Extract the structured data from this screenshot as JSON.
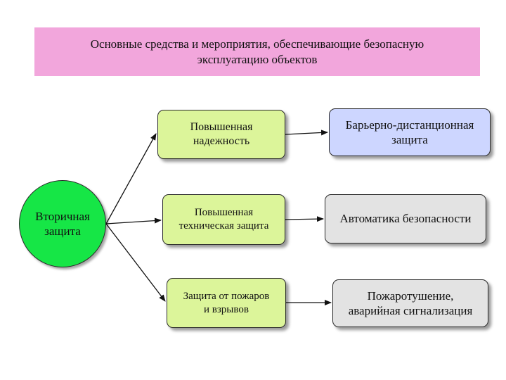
{
  "title": "Основные средства и мероприятия, обеспечивающие безопасную\nэксплуатацию объектов",
  "root": {
    "label": "Вторичная\nзащита",
    "color": "#16e646"
  },
  "measures": [
    {
      "label": "Повышенная\nнадежность",
      "color": "#dcf59a"
    },
    {
      "label": "Повышенная\nтехническая защита",
      "color": "#dcf59a"
    },
    {
      "label": "Защита от пожаров\nи взрывов",
      "color": "#dcf59a"
    }
  ],
  "means": [
    {
      "label": "Барьерно-дистанционная\nзащита",
      "color": "#cdd6ff"
    },
    {
      "label": "Автоматика безопасности",
      "color": "#e3e3e3"
    },
    {
      "label": "Пожаротушение,\nаварийная сигнализация",
      "color": "#e3e3e3"
    }
  ],
  "title_color": "#f2a6dc"
}
